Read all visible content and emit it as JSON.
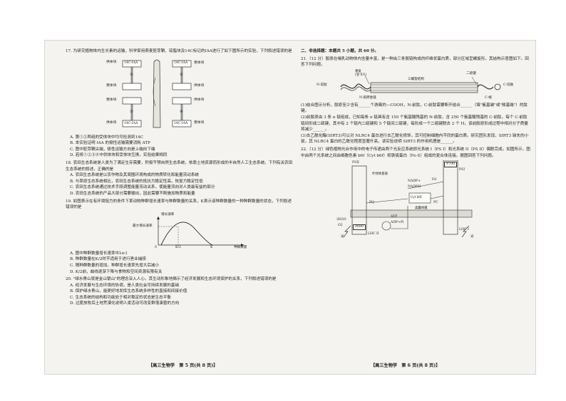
{
  "left": {
    "q17": {
      "stem": "17. 为研究植物体内生长素的运输，科学家用燕麦胚芽鞘、琼脂块及14C标记的IAA进行了如下图所示的实验，下列叙述错误的是",
      "labels": {
        "donor": "供体块",
        "receiver": "受体块",
        "iaa": "14C-IAA",
        "n1": "①",
        "n2": "②",
        "n3": "③",
        "n4": "④"
      },
      "options": [
        "A. 第①②两组的受体块中均可检测到14C",
        "B. 本实验证明 IAA 的极性运输需要消耗 ATP",
        "C. 图中胚芽鞘尖端，极性运输方向是上端向下端",
        "D. 若将①②③④中供体块和受体块互换，实验结果相同"
      ]
    },
    "q18": {
      "stem": "18. 农田生态系统是人类为了满足生存需要，积极干预自然生态系统，依靠土地资源而形成的半自然人工生态系统。下列有关农田生态系统的叙述，正确的是",
      "options": [
        "A. 农田生态系统是以农作物及其周围环境构成的物质转化和能量流动系统",
        "B. 与草原生态系统相比，农田生态系统的抵抗力稳定性高，恢复力稳定性低",
        "C. 农田生态系统通过技术手段调整能量流动关系，使能量流向对人类最有益的部分",
        "D. 农田生态系统的产品大部分需要输出，因此需要不断施加物质和能量"
      ]
    },
    "q19": {
      "stem": "19. 如图表示在有环境阻力的条件下某动物种群增长速率与种群数量的关系，K表示该种群数量的一种种群数量的状态，下列叙述错误的是",
      "graph": {
        "ylabel": "增长速率",
        "ymax": "最大增长速率",
        "x0": "0",
        "xk2": "K/2",
        "xk": "K",
        "xlabel": "种群数量"
      },
      "options": [
        "A. 图中种群数量增长速率中λ≥1",
        "B. 种群数量在K/2时不适用于进行渔业捕捞",
        "C. 随种群数量的增加，种群增长速率先增大后减小",
        "D. K/2前，曲线逐渐下降与食物和空间资源有限有关"
      ]
    },
    "q20": {
      "stem": "20. \"绿水青山就是金山银山\"的理念深入人心，其生动形象地揭示了经济发展和生态环境保护的关系，下列叙述错误的是",
      "options": [
        "A. 经济发展与生态环境的协调，是人类社会可持续发展的基础",
        "B. 保护绿水青山，能更好地发挥生态系统多样性的直接和间接价值",
        "C. 生态系统的结构和功能处于相对稳定的状态是生态平衡",
        "D. 过度放牧后土地荒漠化说明人类活动可改变群落演替的方向"
      ]
    },
    "footer": "【高三生物学　第 5 页(共 8 页)】"
  },
  "right": {
    "section": "二、非选择题：本题共 5 小题，共 60 分。",
    "q21": {
      "stem": "21.（12 分）胶原在哺乳动物体内含量丰富，是一种由三条胶链构成的纤维状蛋白质，部分区域呈螺旋形，其结构示意图如下。回答下列问题。",
      "diagram": {
        "n_peptide": "N-前肽",
        "helix": "三螺旋结构",
        "c_peptide": "C-前肽",
        "repeat": "重复\n(甘-X-Y)",
        "disulfide": "二硫键",
        "n_end": "N-胶原肽链",
        "c_end": "C-端"
      },
      "parts": [
        "(1)结合图示分析，胶原至少含有______个游离的—COOH，N-前肽，C-前肽需要断开结合______（填\"氨基端\"或\"羧基端\"）的肽键。",
        "(2)前胶原由 3 条 α 链组成，已知每条 α 链具有含 150 个氨基酸残基的 N-前肽，含 250 个氨基酸残基的 C-前肽，每个 C-前肽链间形成二硫键，其中有 2 个链内二硫键和 5 个链间二硫键，每形成一个二硫键脱去 2 个 H，该前胶原形成过程中相对分子质量将减少______。",
        "(3)去乙酰化酶(SIRT3)可以对 NLRC4 蛋白进行去乙酰化修饰，其可控制细胞内不同的蛋白质。研究团队发现，SIRT3 缺失的小鼠，其 NLRC4 蛋白的乙酰化程度显著升高，该实验说明 SIRT3 的作用机理是______。"
      ]
    },
    "q22": {
      "stem": "22.（12 分）绿色植物光合作用中的电子传递由两个光反应系统即光系统 I（PS I）和光系统 II（PS II）偶联完成，如图所示，图中由两个光系统之间由细胞色素 b6f（Cyt b6f）和铁硫蛋白（Fe-S）组成的复合体连接。据图回答下列问题。",
      "labels": {
        "light": "光",
        "psii": "PSII",
        "psi": "PSI",
        "p680": "P680",
        "p700": "P700",
        "nadph": "NADPH",
        "nadp": "NADP+",
        "atp": "ATP",
        "adp": "ADP+Pi",
        "pq": "PQ",
        "cyt": "Cyt b6f",
        "pc": "PC",
        "fd": "Fd",
        "h2o": "2H2O",
        "o2": "O2",
        "lhc1": "LHC I",
        "lhc2": "LHC II",
        "membrane": "类囊体膜",
        "stroma": "叶绿体基质"
      }
    },
    "footer": "【高三生物学　第 6 页(共 8 页)】"
  }
}
